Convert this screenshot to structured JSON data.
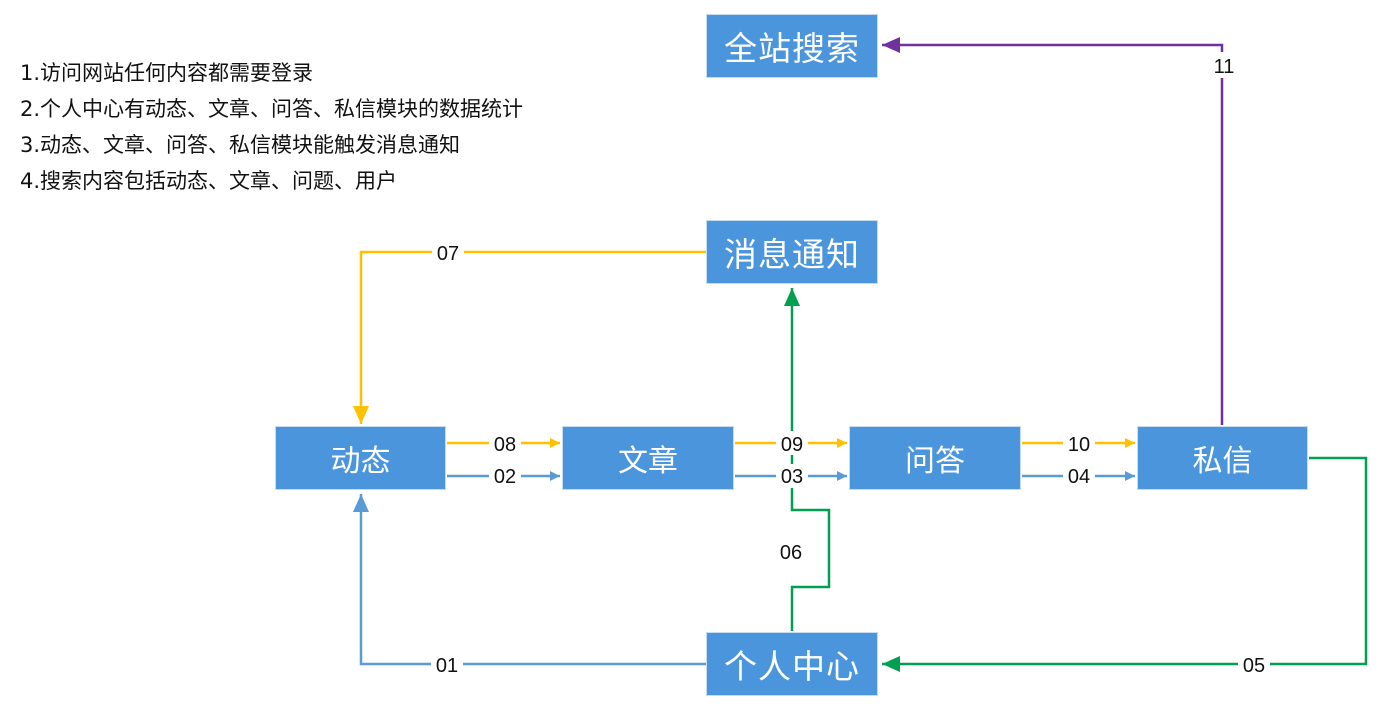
{
  "notes": [
    "1.访问网站任何内容都需要登录",
    "2.个人中心有动态、文章、问答、私信模块的数据统计",
    "3.动态、文章、问答、私信模块能触发消息通知",
    "4.搜索内容包括动态、文章、问题、用户"
  ],
  "nodes": {
    "search": "全站搜索",
    "notify": "消息通知",
    "dynamic": "动态",
    "article": "文章",
    "qa": "问答",
    "pm": "私信",
    "center": "个人中心"
  },
  "flows": {
    "f01": "01",
    "f02": "02",
    "f03": "03",
    "f04": "04",
    "f05": "05",
    "f06": "06",
    "f07": "07",
    "f08": "08",
    "f09": "09",
    "f10": "10",
    "f11": "11"
  },
  "colors": {
    "box_fill": "#4a95dc",
    "blue_flow": "#5b9bd5",
    "yellow_flow": "#ffc000",
    "green_flow": "#00a050",
    "purple_flow": "#7030a0"
  }
}
